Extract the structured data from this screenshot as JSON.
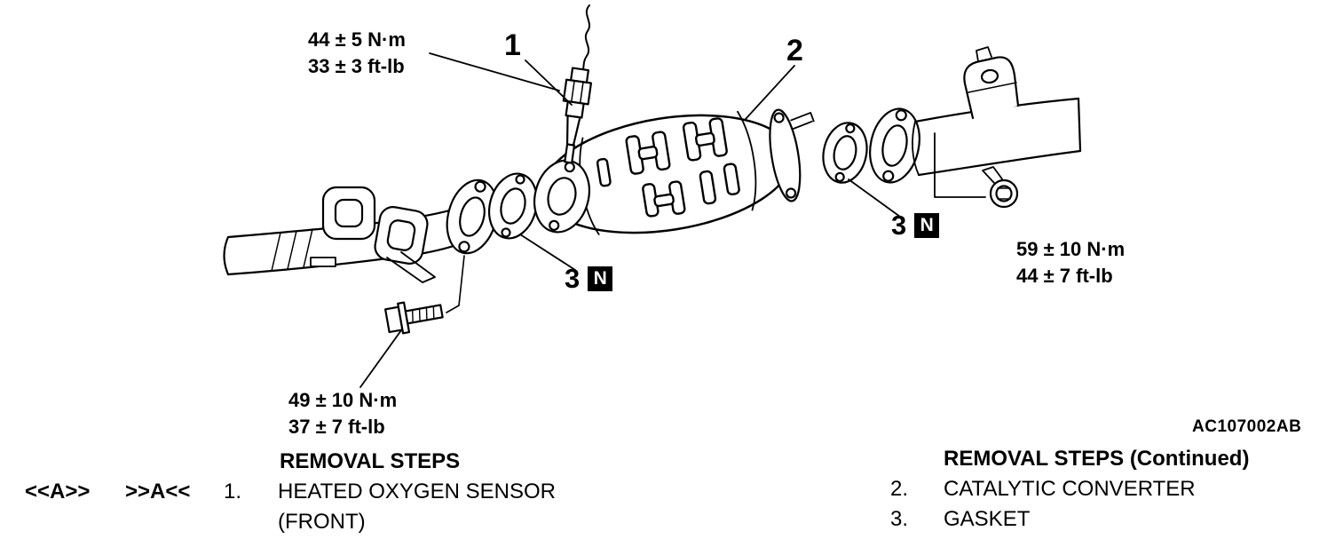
{
  "diagram": {
    "figure_code": "AC107002AB",
    "torque_specs": [
      {
        "name": "oxygen-sensor-torque",
        "line1": "44 ± 5 N·m",
        "line2": "33 ± 3 ft-lb"
      },
      {
        "name": "front-pipe-bolt-torque",
        "line1": "49 ± 10 N·m",
        "line2": "37 ± 7 ft-lb"
      },
      {
        "name": "rear-pipe-bolt-torque",
        "line1": "59 ± 10 N·m",
        "line2": "44 ± 7 ft-lb"
      }
    ],
    "callouts": {
      "c1": {
        "number": "1"
      },
      "c2": {
        "number": "2"
      },
      "c3_left": {
        "number": "3",
        "badge": "N"
      },
      "c3_right": {
        "number": "3",
        "badge": "N"
      }
    }
  },
  "legend": {
    "left": {
      "heading": "REMOVAL STEPS",
      "marker1": "<<A>>",
      "marker2": ">>A<<",
      "steps": [
        {
          "number": "1.",
          "label": "HEATED OXYGEN SENSOR",
          "sublabel": "(FRONT)"
        }
      ]
    },
    "right": {
      "heading": "REMOVAL STEPS (Continued)",
      "steps": [
        {
          "number": "2.",
          "label": "CATALYTIC CONVERTER"
        },
        {
          "number": "3.",
          "label": "GASKET"
        }
      ]
    }
  }
}
